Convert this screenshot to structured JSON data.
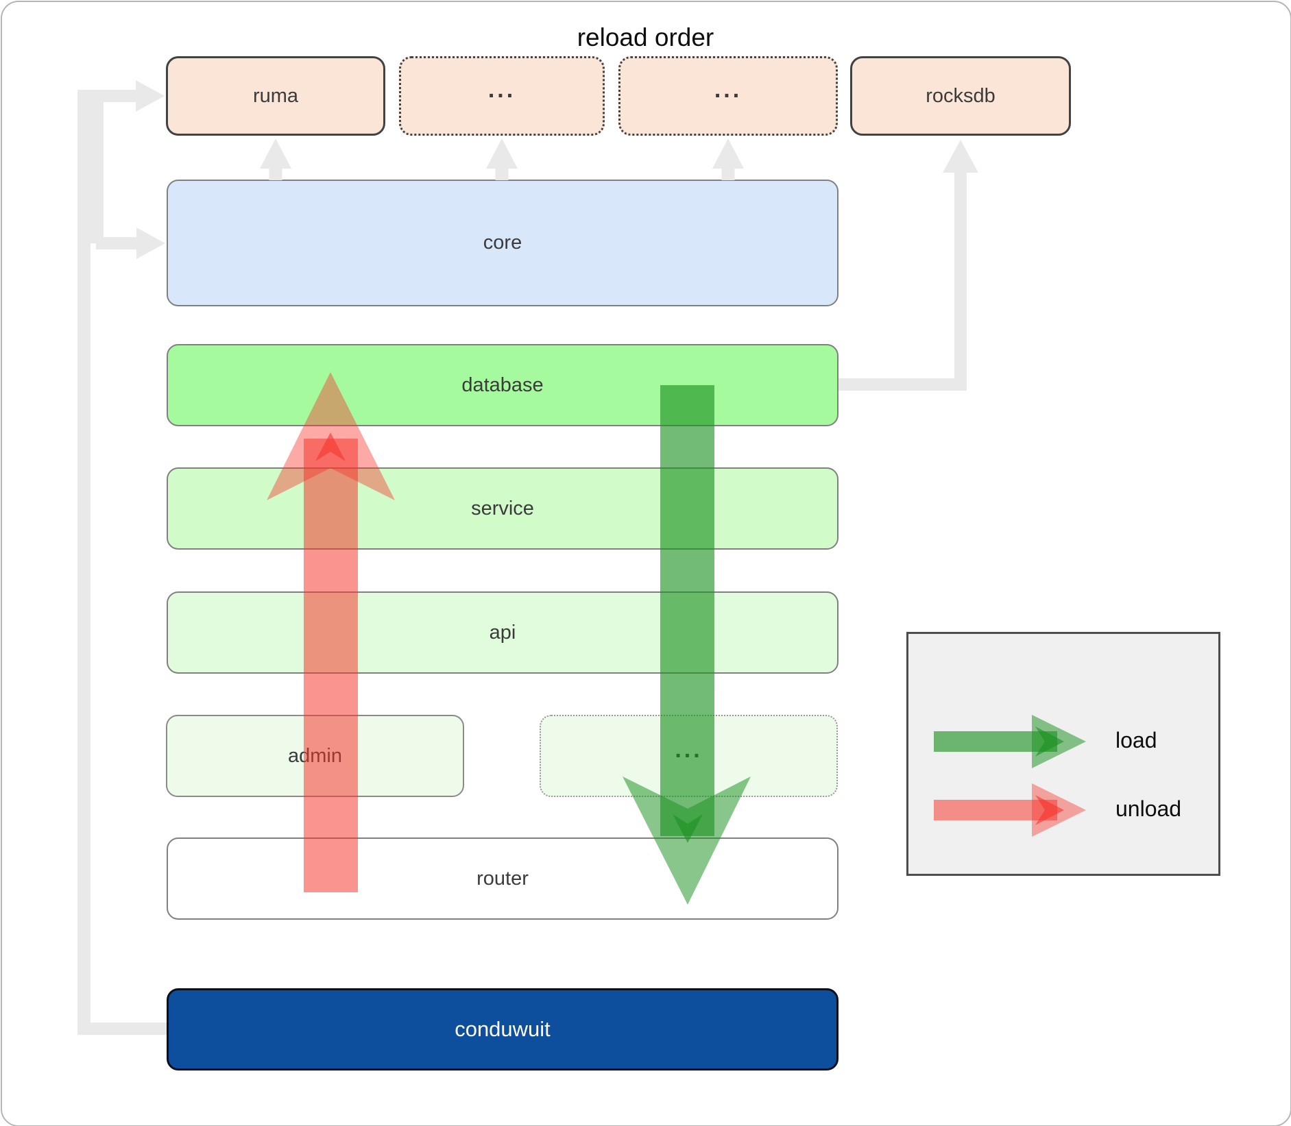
{
  "colors": {
    "peach": "#fbe5d6",
    "blue": "#d9e7fb",
    "green_bright": "#a5fa9d",
    "green_light": "#d1fbc9",
    "green_lighter": "#e1fcdc",
    "green_faint": "#eefaea",
    "white": "#ffffff",
    "dark_blue": "#0d4e9d",
    "connector_gray": "#e9e9e9",
    "load_green": "#1a9120",
    "unload_red": "#f5342c",
    "legend_bg": "#f0f0f0"
  },
  "nodes": {
    "ruma": {
      "label": "ruma"
    },
    "ellipsis_top_1": {
      "label": "..."
    },
    "ellipsis_top_2": {
      "label": "..."
    },
    "rocksdb": {
      "label": "rocksdb"
    },
    "core": {
      "label": "core"
    },
    "database": {
      "label": "database"
    },
    "service": {
      "label": "service"
    },
    "api": {
      "label": "api"
    },
    "admin": {
      "label": "admin"
    },
    "ellipsis_admin": {
      "label": "..."
    },
    "router": {
      "label": "router"
    },
    "conduwuit": {
      "label": "conduwuit"
    }
  },
  "legend": {
    "title": "reload order",
    "items": [
      {
        "label": "load",
        "color_key": "load_green"
      },
      {
        "label": "unload",
        "color_key": "unload_red"
      }
    ]
  }
}
